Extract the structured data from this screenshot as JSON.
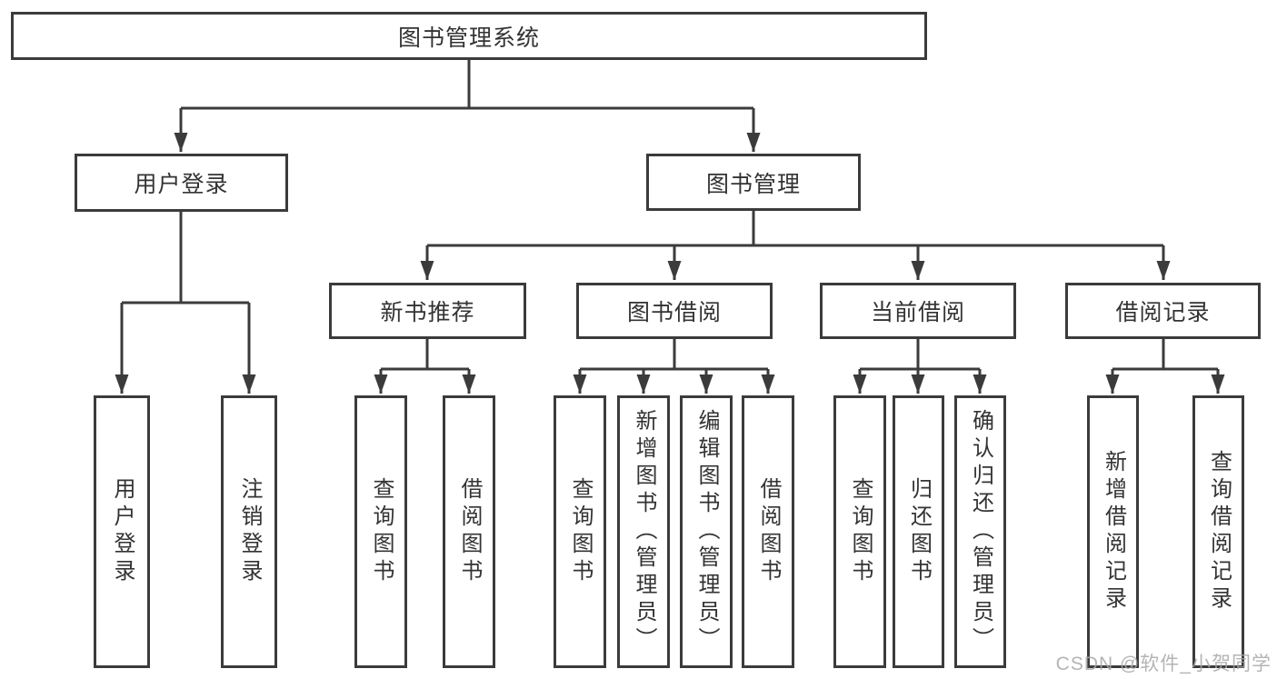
{
  "diagram": {
    "nodes": {
      "root": {
        "label": "图书管理系统"
      },
      "user_login": {
        "label": "用户登录"
      },
      "book_mgmt": {
        "label": "图书管理"
      },
      "user_login_leaf": {
        "label": "用户登录"
      },
      "logout_leaf": {
        "label": "注销登录"
      },
      "new_books": {
        "label": "新书推荐"
      },
      "book_borrow": {
        "label": "图书借阅"
      },
      "current_borrow": {
        "label": "当前借阅"
      },
      "borrow_records": {
        "label": "借阅记录"
      },
      "nb_query": {
        "label": "查询图书"
      },
      "nb_borrow": {
        "label": "借阅图书"
      },
      "bb_query": {
        "label": "查询图书"
      },
      "bb_add": {
        "label": "新增图书（管理员）"
      },
      "bb_edit": {
        "label": "编辑图书（管理员）"
      },
      "bb_borrow": {
        "label": "借阅图书"
      },
      "cb_query": {
        "label": "查询图书"
      },
      "cb_return": {
        "label": "归还图书"
      },
      "cb_confirm": {
        "label": "确认归还（管理员）"
      },
      "br_add": {
        "label": "新增借阅记录"
      },
      "br_query": {
        "label": "查询借阅记录"
      }
    },
    "colors": {
      "line": "#3b3b3b",
      "text": "#333333",
      "background": "#ffffff",
      "watermark": "#a8a8a8"
    }
  },
  "watermark": "CSDN @软件_小贺同学"
}
